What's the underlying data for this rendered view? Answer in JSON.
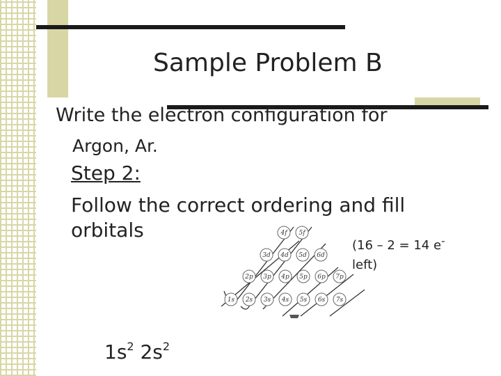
{
  "slide": {
    "title": "Sample Problem B",
    "prompt_line1": "Write the electron configuration for",
    "prompt_line2": "Argon, Ar.",
    "step_label": "Step 2:",
    "instruction_line1": "Follow the correct ordering and fill",
    "instruction_line2": "orbitals",
    "note_line1": "(16 – 2 = 14 e",
    "note_sup": "-",
    "note_line2": "left)",
    "config_part1": "1s",
    "config_sup1": "2",
    "config_part2": " 2s",
    "config_sup2": "2"
  },
  "diagram": {
    "row_7": [
      "4f",
      "5f"
    ],
    "row_6": [
      "3d",
      "4d",
      "5d",
      "6d"
    ],
    "row_5": [
      "2p",
      "3p",
      "4p",
      "5p",
      "6p",
      "7p"
    ],
    "row_4": [
      "1s",
      "2s",
      "3s",
      "4s",
      "5s",
      "6s",
      "7s"
    ]
  }
}
